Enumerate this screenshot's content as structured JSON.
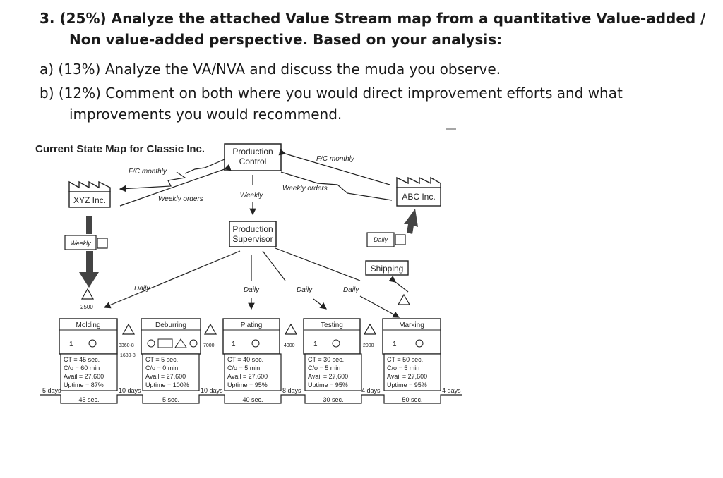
{
  "question": {
    "line1": "3. (25%) Analyze the attached Value Stream map from a quantitative Value-added /",
    "line2": "Non value-added perspective. Based on your analysis:",
    "part_a": "a)   (13%) Analyze the VA/NVA and discuss the muda you observe.",
    "part_b1": "b) (12%) Comment on both where you would direct improvement efforts and what",
    "part_b2": "improvements you would recommend."
  },
  "map": {
    "title": "Current State Map for Classic Inc.",
    "production_control": [
      "Production",
      "Control"
    ],
    "production_supervisor": [
      "Production",
      "Supervisor"
    ],
    "supplier": "XYZ Inc.",
    "customer": "ABC Inc.",
    "shipping": "Shipping",
    "labels": {
      "fc_monthly_left": "F/C monthly",
      "fc_monthly_right": "F/C monthly",
      "weekly_orders_left": "Weekly orders",
      "weekly_orders_right": "Weekly orders",
      "weekly_center": "Weekly",
      "weekly_truck": "Weekly",
      "daily_truck": "Daily",
      "daily_1": "Daily",
      "daily_2": "Daily",
      "daily_3": "Daily",
      "daily_4": "Daily"
    },
    "inventory": {
      "raw": "2500",
      "molding_deburring": [
        "3360-8",
        "1680-8"
      ],
      "deburring_plating": "7000",
      "plating_testing": "4000",
      "testing_marking": "2000"
    },
    "processes": [
      {
        "name": "Molding",
        "operators": "1",
        "ct": "CT = 45 sec.",
        "co": "C/o = 60 min",
        "avail": "Avail = 27,600",
        "uptime": "Uptime = 87%",
        "time": "45 sec."
      },
      {
        "name": "Deburring",
        "operators": "",
        "ct": "CT = 5 sec.",
        "co": "C/o = 0 min",
        "avail": "Avail = 27,600",
        "uptime": "Uptime = 100%",
        "time": "5 sec."
      },
      {
        "name": "Plating",
        "operators": "1",
        "ct": "CT = 40 sec.",
        "co": "C/o = 5 min",
        "avail": "Avail = 27,600",
        "uptime": "Uptime = 95%",
        "time": "40 sec."
      },
      {
        "name": "Testing",
        "operators": "1",
        "ct": "CT = 30 sec.",
        "co": "C/o = 5 min",
        "avail": "Avail = 27,600",
        "uptime": "Uptime = 95%",
        "time": "30 sec."
      },
      {
        "name": "Marking",
        "operators": "1",
        "ct": "CT = 50 sec.",
        "co": "C/o = 5 min",
        "avail": "Avail = 27,600",
        "uptime": "Uptime = 95%",
        "time": "50 sec."
      }
    ],
    "timeline_days": [
      "5 days",
      "10 days",
      "10 days",
      "8 days",
      "4 days",
      "4 days"
    ]
  }
}
